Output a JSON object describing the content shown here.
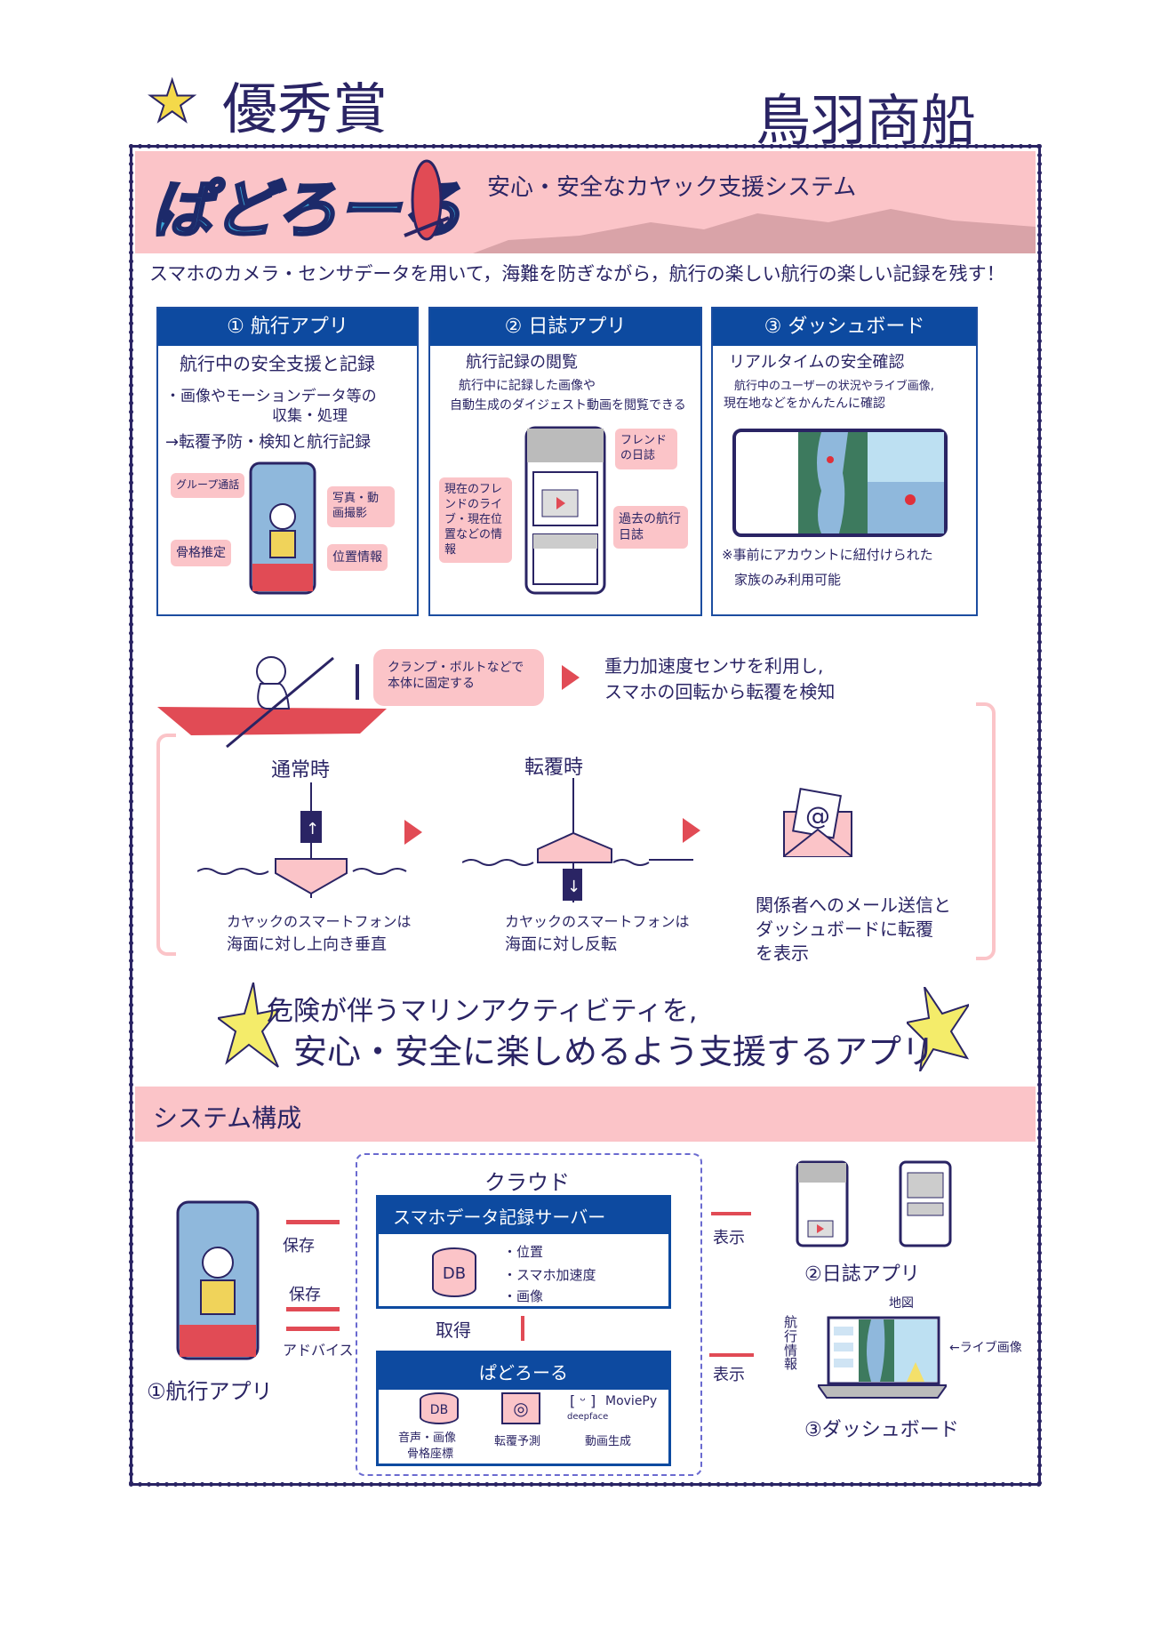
{
  "award": "優秀賞",
  "school": "鳥羽商船",
  "header": {
    "logo": "ぱどろーる",
    "subtitle": "安心・安全なカヤック支援システム"
  },
  "intro": "スマホのカメラ・センサデータを用いて，海難を防ぎながら，航行の楽しい航行の楽しい記録を残す！",
  "cards": [
    {
      "title": "① 航行アプリ",
      "heading": "航行中の安全支援と記録",
      "lines": [
        "・画像やモーションデータ等の",
        "収集・処理",
        "→転覆予防・検知と航行記録"
      ],
      "tags": [
        "グループ通話",
        "写真・動画撮影",
        "骨格推定",
        "位置情報"
      ]
    },
    {
      "title": "② 日誌アプリ",
      "heading": "航行記録の閲覧",
      "lines": [
        "航行中に記録した画像や",
        "自動生成のダイジェスト動画を閲覧できる"
      ],
      "tags": [
        "フレンドの日誌",
        "現在のフレンドのライブ・現在位置などの情報",
        "過去の航行日誌"
      ]
    },
    {
      "title": "③ ダッシュボード",
      "heading": "リアルタイムの安全確認",
      "lines": [
        "航行中のユーザーの状況やライブ画像,",
        "現在地などをかんたんに確認"
      ],
      "note": [
        "※事前にアカウントに紐付けられた",
        "家族のみ利用可能"
      ]
    }
  ],
  "detect": {
    "bubble": [
      "クランプ・ボルトなどで",
      "本体に固定する"
    ],
    "sensor": [
      "重力加速度センサを利用し,",
      "スマホの回転から転覆を検知"
    ],
    "normal": {
      "label": "通常時",
      "caption": [
        "カヤックのスマートフォンは",
        "海面に対し上向き垂直"
      ]
    },
    "capsized": {
      "label": "転覆時",
      "caption": [
        "カヤックのスマートフォンは",
        "海面に対し反転"
      ]
    },
    "notify": [
      "関係者へのメール送信と",
      "ダッシュボードに転覆",
      "を表示"
    ]
  },
  "slogan": [
    "危険が伴うマリンアクティビティを,",
    "安心・安全に楽しめるよう支援するアプリ"
  ],
  "system": {
    "title": "システム構成",
    "cloud": "クラウド",
    "server": {
      "title": "スマホデータ記録サーバー",
      "db": "DB",
      "items": [
        "・位置",
        "・スマホ加速度",
        "・画像"
      ]
    },
    "fetch": "取得",
    "padoro": {
      "title": "ぱどろーる",
      "db": "DB",
      "db_label": [
        "音声・画像",
        "骨格座標"
      ],
      "predict": "転覆予測",
      "moviepy": "MoviePy",
      "deepface": "deepface",
      "video": "動画生成"
    },
    "app1": "①航行アプリ",
    "save1": "保存",
    "save2": "保存",
    "advice": "アドバイス",
    "show1": "表示",
    "show2": "表示",
    "app2": "②日誌アプリ",
    "app3": "③ダッシュボード",
    "map": "地図",
    "nav_info": "航行情報",
    "live": "←ライブ画像"
  },
  "colors": {
    "navy": "#2a2464",
    "blue": "#0d4aa0",
    "pink": "#fbc4c8",
    "red": "#e14b55"
  }
}
